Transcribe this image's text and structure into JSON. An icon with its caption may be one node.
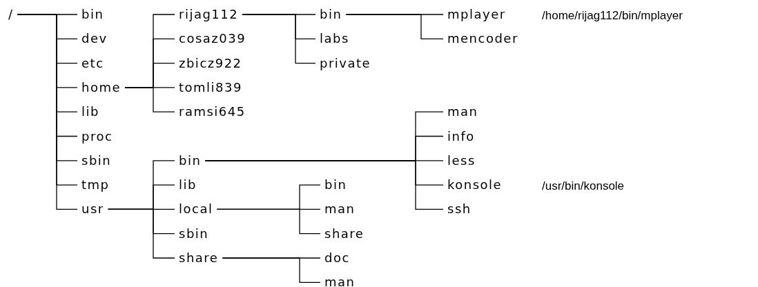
{
  "diagram": {
    "nodes": [
      {
        "text": [
          "/"
        ]
      },
      {
        "text": [
          "bin"
        ]
      },
      {
        "text": [
          "dev"
        ]
      },
      {
        "text": [
          "etc"
        ]
      },
      {
        "text": [
          "home"
        ]
      },
      {
        "text": [
          "lib"
        ]
      },
      {
        "text": [
          "proc"
        ]
      },
      {
        "text": [
          "sbin"
        ]
      },
      {
        "text": [
          "tmp"
        ]
      },
      {
        "text": [
          "usr"
        ]
      },
      {
        "text": [
          "rijag112"
        ]
      },
      {
        "text": [
          "cosaz039"
        ]
      },
      {
        "text": [
          "zbicz922"
        ]
      },
      {
        "text": [
          "tomli839"
        ]
      },
      {
        "text": [
          "ramsi645"
        ]
      },
      {
        "text": [
          "bin"
        ]
      },
      {
        "text": [
          "labs"
        ]
      },
      {
        "text": [
          "private"
        ]
      },
      {
        "text": [
          "mplayer"
        ],
        "beside": [
          "/home/rijag112/bin/mplayer"
        ]
      },
      {
        "text": [
          "mencoder"
        ]
      },
      {
        "text": [
          "bin"
        ]
      },
      {
        "text": [
          "lib"
        ]
      },
      {
        "text": [
          "local"
        ]
      },
      {
        "text": [
          "sbin"
        ]
      },
      {
        "text": [
          "share"
        ]
      },
      {
        "text": [
          "man"
        ]
      },
      {
        "text": [
          "info"
        ]
      },
      {
        "text": [
          "less"
        ]
      },
      {
        "text": [
          "konsole"
        ],
        "beside": [
          "/usr/bin/konsole"
        ]
      },
      {
        "text": [
          "ssh"
        ]
      },
      {
        "text": [
          "bin"
        ]
      },
      {
        "text": [
          "man"
        ]
      },
      {
        "text": [
          "share"
        ]
      },
      {
        "text": [
          "doc"
        ]
      },
      {
        "text": [
          "man"
        ]
      }
    ],
    "edges": [
      {
        "from": 0,
        "to": 1,
        "arrow": "none"
      },
      {
        "from": 0,
        "to": 2,
        "arrow": "none"
      },
      {
        "from": 0,
        "to": 3,
        "arrow": "none"
      },
      {
        "from": 0,
        "to": 4,
        "arrow": "none"
      },
      {
        "from": 0,
        "to": 5,
        "arrow": "none"
      },
      {
        "from": 0,
        "to": 6,
        "arrow": "none"
      },
      {
        "from": 0,
        "to": 7,
        "arrow": "none"
      },
      {
        "from": 0,
        "to": 8,
        "arrow": "none"
      },
      {
        "from": 0,
        "to": 9,
        "arrow": "none"
      },
      {
        "from": 4,
        "to": 10,
        "arrow": "none"
      },
      {
        "from": 4,
        "to": 11,
        "arrow": "none"
      },
      {
        "from": 4,
        "to": 12,
        "arrow": "none"
      },
      {
        "from": 4,
        "to": 13,
        "arrow": "none"
      },
      {
        "from": 4,
        "to": 14,
        "arrow": "none"
      },
      {
        "from": 10,
        "to": 15,
        "arrow": "none"
      },
      {
        "from": 10,
        "to": 16,
        "arrow": "none"
      },
      {
        "from": 10,
        "to": 17,
        "arrow": "none"
      },
      {
        "from": 15,
        "to": 18,
        "arrow": "none"
      },
      {
        "from": 15,
        "to": 19,
        "arrow": "none"
      },
      {
        "from": 9,
        "to": 20,
        "arrow": "none"
      },
      {
        "from": 9,
        "to": 21,
        "arrow": "none"
      },
      {
        "from": 9,
        "to": 22,
        "arrow": "none"
      },
      {
        "from": 9,
        "to": 23,
        "arrow": "none"
      },
      {
        "from": 9,
        "to": 24,
        "arrow": "none"
      },
      {
        "from": 20,
        "to": 25,
        "arrow": "none"
      },
      {
        "from": 20,
        "to": 26,
        "arrow": "none"
      },
      {
        "from": 20,
        "to": 27,
        "arrow": "none"
      },
      {
        "from": 20,
        "to": 28,
        "arrow": "none"
      },
      {
        "from": 20,
        "to": 29,
        "arrow": "none"
      },
      {
        "from": 22,
        "to": 30,
        "arrow": "none"
      },
      {
        "from": 22,
        "to": 31,
        "arrow": "none"
      },
      {
        "from": 22,
        "to": 32,
        "arrow": "none"
      },
      {
        "from": 24,
        "to": 33,
        "arrow": "none"
      },
      {
        "from": 24,
        "to": 34,
        "arrow": "none"
      }
    ]
  }
}
